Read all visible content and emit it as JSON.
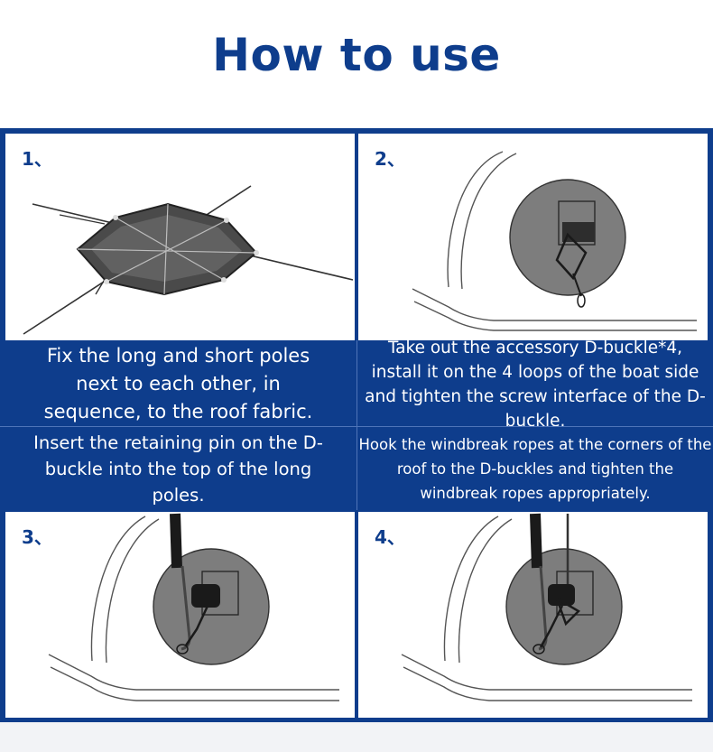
{
  "title": "How to use",
  "steps": [
    {
      "number": "1、"
    },
    {
      "number": "2、"
    },
    {
      "number": "3、"
    },
    {
      "number": "4、"
    }
  ],
  "captions": {
    "c1": "Fix the long and short poles next to each other, in sequence, to the roof fabric.",
    "c2": "Take out the accessory D-buckle*4, install it on the 4 loops of the boat side and tighten the screw interface of the D-buckle.",
    "c3": "Insert the retaining pin on the D-buckle into the top of the long poles.",
    "c4": "Hook the windbreak ropes at the corners of the roof to the D-buckles and tighten the windbreak ropes appropriately."
  },
  "colors": {
    "brand_blue": "#0e3d8c",
    "panel_bg": "#ffffff",
    "pad_gray": "#7d7d7d"
  }
}
